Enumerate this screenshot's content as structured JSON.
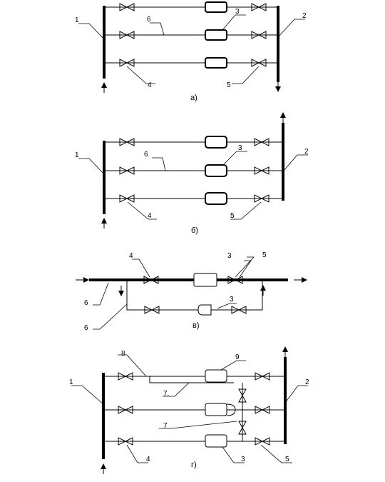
{
  "colors": {
    "line": "#000000",
    "background": "#ffffff"
  },
  "diagrams": {
    "a": {
      "caption": "а)",
      "labels": {
        "l1": "1",
        "l2": "2",
        "l3": "3",
        "l4": "4",
        "l5": "5",
        "l6": "6"
      }
    },
    "b": {
      "caption": "б)",
      "labels": {
        "l1": "1",
        "l2": "2",
        "l3": "3",
        "l4": "4",
        "l5": "5",
        "l6": "6"
      }
    },
    "c": {
      "caption": "в)",
      "labels": {
        "l4": "4",
        "l3a": "3",
        "l5": "5",
        "l6a": "6",
        "l3b": "3",
        "l6b": "6"
      }
    },
    "d": {
      "caption": "г)",
      "labels": {
        "l1": "1",
        "l2": "2",
        "l3": "3",
        "l4": "4",
        "l5": "5",
        "l7a": "7.",
        "l7b": "7",
        "l8": "8",
        "l9": "9"
      }
    }
  }
}
